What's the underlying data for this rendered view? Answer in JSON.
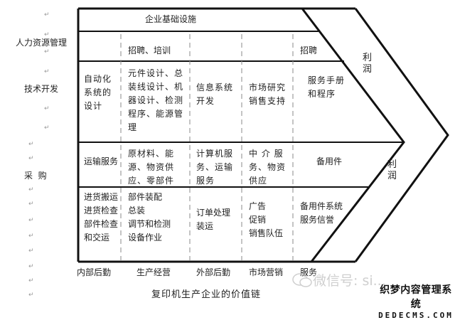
{
  "diagram": {
    "title": "复印机生产企业的价值链",
    "support_activities": [
      {
        "label": "企业基础设施",
        "row": "infrastructure"
      },
      {
        "label": "人力资源管理",
        "row": "hr"
      },
      {
        "label": "技术开发",
        "row": "tech"
      },
      {
        "label": "采  购",
        "row": "procurement"
      }
    ],
    "primary_activities": [
      {
        "label": "内部后勤"
      },
      {
        "label": "生产经营"
      },
      {
        "label": "外部后勤"
      },
      {
        "label": "市场营销"
      },
      {
        "label": "服务"
      }
    ],
    "cells": {
      "infrastructure": "企业基础设施",
      "hr": [
        "",
        "招聘、培训",
        "",
        "",
        "招聘"
      ],
      "tech": [
        "自动化系统的设计",
        "元件设计、总装线设计、机器设计、检测程序、能源管理",
        "信息系统开发",
        "市场研究销售支持",
        "服务手册和程序"
      ],
      "procurement": [
        "运输服务",
        "原材料、能源、物资供应、零部件",
        "计算机服务、运输服务",
        "中 介 服务、物资供应",
        "备用件"
      ],
      "primary": [
        [
          "进货搬运",
          "进货检查",
          "部件检查",
          "和交运"
        ],
        [
          "部件装配",
          "总装",
          "调节和检测",
          "设备作业"
        ],
        [
          "订单处理",
          "装运"
        ],
        [
          "广告",
          "促销",
          "销售队伍"
        ],
        [
          "备用件系统",
          "服务信誉"
        ]
      ]
    },
    "margin_labels": [
      "利润",
      "利润"
    ]
  },
  "watermark": {
    "wechat": "微信号: si...",
    "brand_cn": "织梦内容管理系统",
    "brand_en": "DEDECMS.COM"
  }
}
